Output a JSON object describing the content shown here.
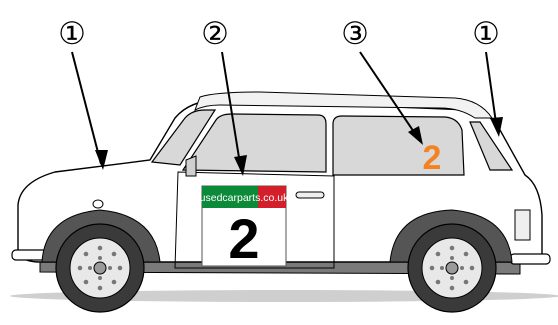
{
  "callouts": [
    {
      "id": "front-roof-pillar",
      "label": "①"
    },
    {
      "id": "door-number-plate",
      "label": "②"
    },
    {
      "id": "rear-side-window",
      "label": "③"
    },
    {
      "id": "rear-roof-pillar",
      "label": "①"
    }
  ],
  "door_plate": {
    "brand": "usedcarparts.co.uk",
    "number": "2",
    "colors": {
      "green": "#0b8a3a",
      "red": "#d21f2b",
      "number": "#000000"
    }
  },
  "window_number": {
    "text": "2",
    "color": "#f58220"
  },
  "car": {
    "body_color": "#ffffff",
    "glass_color": "#d8d8d8",
    "tyre_color": "#3a3a3a",
    "outline_color": "#000000"
  }
}
